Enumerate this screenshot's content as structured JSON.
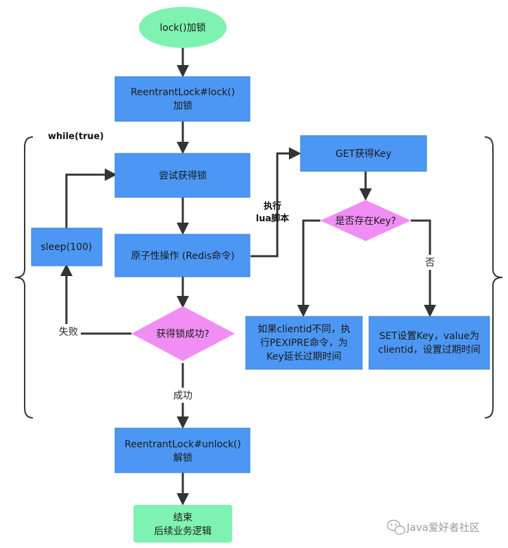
{
  "colors": {
    "process": "#4c97f3",
    "process_border": "#3d7fd6",
    "terminal": "#7ef2b0",
    "decision": "#f08ef3",
    "edge": "#333333"
  },
  "nodes": {
    "start": "lock()加锁",
    "rl_lock": [
      "ReentrantLock#lock()",
      "加锁"
    ],
    "try_lock": "尝试获得锁",
    "atomic": "原子性操作 (Redis命令)",
    "sleep": "sleep(100)",
    "decision_success": "获得锁成功?",
    "unlock": [
      "ReentrantLock#unlock()",
      "解锁"
    ],
    "end": [
      "结束",
      "后续业务逻辑"
    ],
    "get_key": "GET获得Key",
    "decision_key": "是否存在Key?",
    "different_client": [
      "如果clientid不同，执",
      "行PEXIPRE命令，为",
      "Key延长过期时间"
    ],
    "set_key": [
      "SET设置Key，value为",
      "clientid，设置过期时间"
    ]
  },
  "labels": {
    "loop": "while(true)",
    "exec_lua": [
      "执行",
      "lua脚本"
    ],
    "fail": "失败",
    "success": "成功",
    "no": "否"
  },
  "watermark": {
    "icon": "wechat-icon",
    "text": "Java爱好者社区"
  }
}
